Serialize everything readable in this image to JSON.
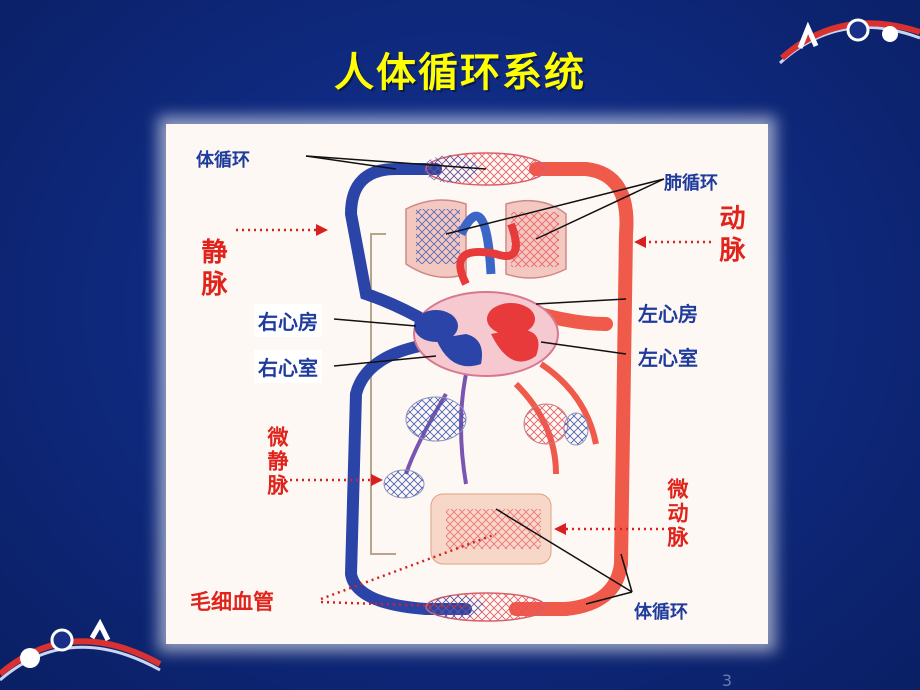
{
  "title": "人体循环系统",
  "labels": {
    "body_circ_top": "体循环",
    "pulm_circ": "肺循环",
    "vein": "静脉",
    "artery": "动脉",
    "right_atrium": "右心房",
    "right_ventricle": "右心室",
    "left_atrium": "左心房",
    "left_ventricle": "左心室",
    "venule": "微静脉",
    "arteriole": "微动脉",
    "capillary": "毛细血管",
    "body_circ_bottom": "体循环"
  },
  "page_number": "3",
  "colors": {
    "background": "#0f2a80",
    "title": "#ffff00",
    "vein": "#2a44a8",
    "artery": "#f05a4a",
    "label_red": "#e0241c",
    "label_blue": "#1f3b9c"
  }
}
